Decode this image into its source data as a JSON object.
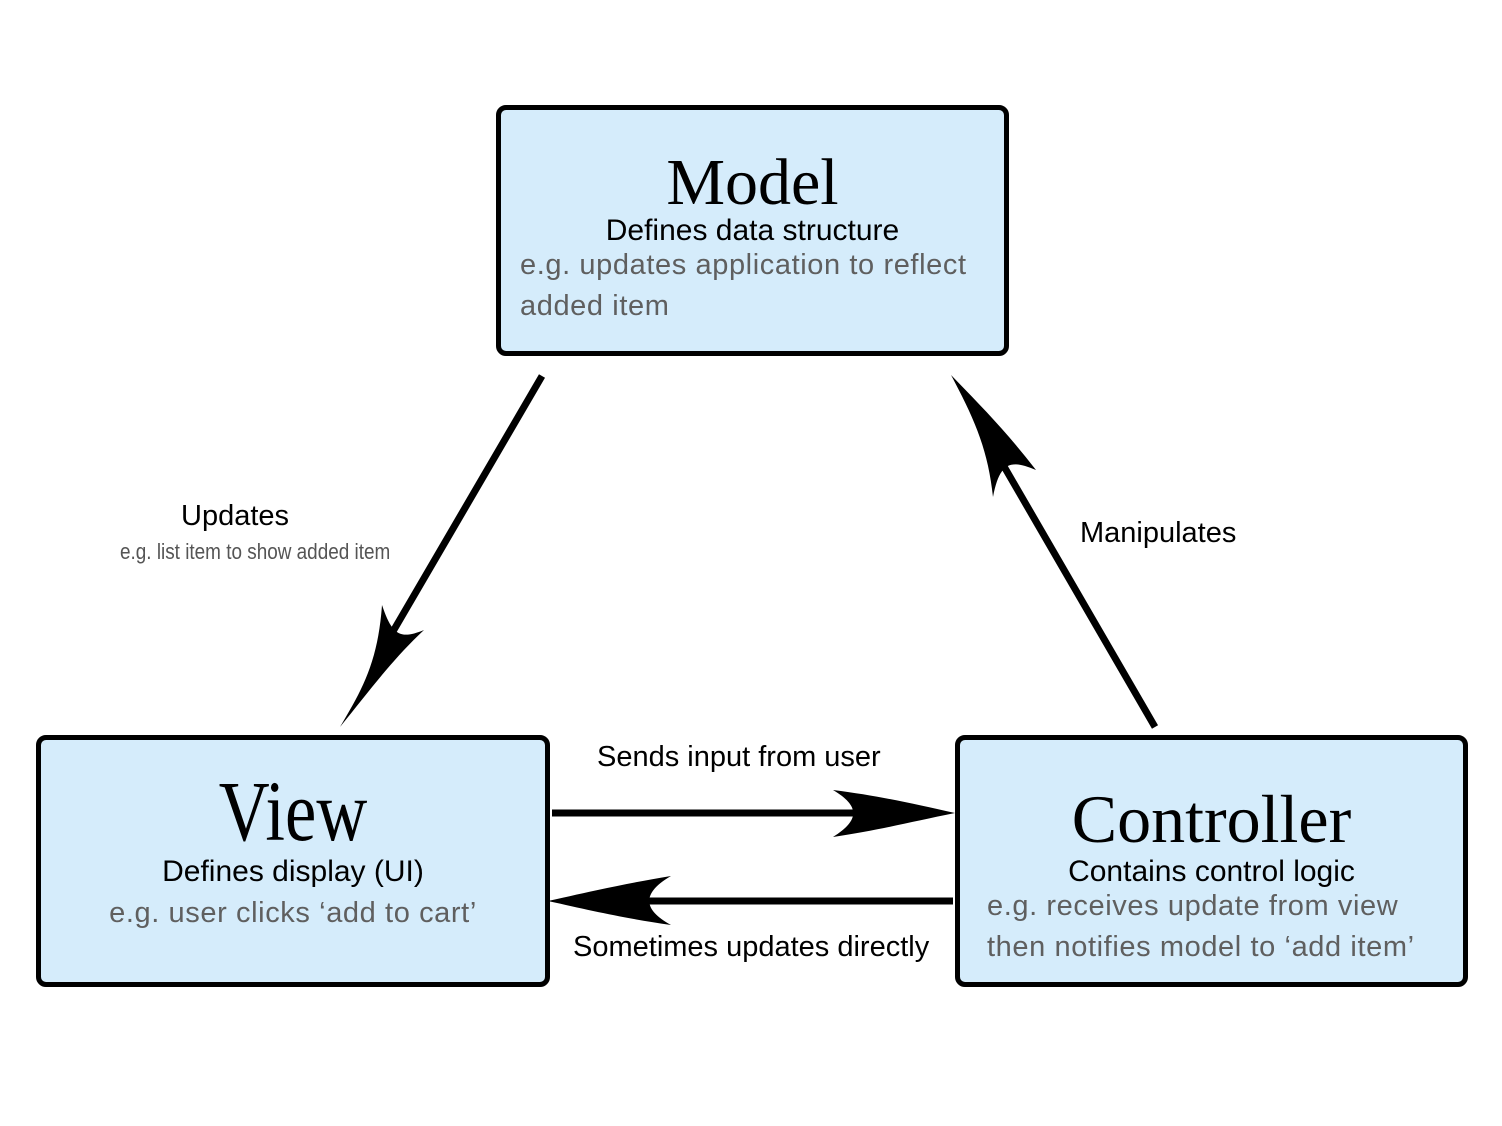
{
  "model": {
    "title": "Model",
    "subtitle": "Defines data structure",
    "example": "e.g. updates application to reflect\nadded item"
  },
  "view": {
    "title": "View",
    "subtitle": "Defines display (UI)",
    "example": "e.g. user clicks ‘add to cart’"
  },
  "controller": {
    "title": "Controller",
    "subtitle": "Contains control logic",
    "example": "e.g. receives update from view\nthen notifies model to ‘add item’"
  },
  "edges": {
    "model_to_view": {
      "label": "Updates",
      "example": "e.g. list item to show added item"
    },
    "controller_to_model": {
      "label": "Manipulates"
    },
    "view_to_controller": {
      "label": "Sends input from user"
    },
    "controller_to_view": {
      "label": "Sometimes updates directly"
    }
  },
  "colors": {
    "box_fill": "#d5ecfb",
    "border": "#000000",
    "example_text": "#5f5f5f"
  }
}
